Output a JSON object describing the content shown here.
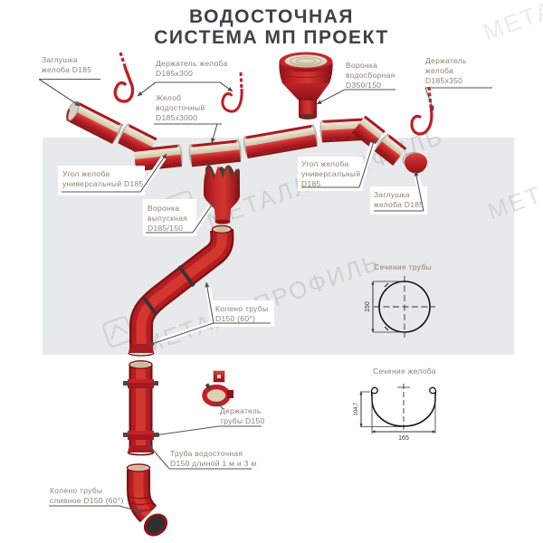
{
  "title": {
    "line1": "ВОДОСТОЧНАЯ",
    "line2": "СИСТЕМА МП ПРОЕКТ"
  },
  "watermark": {
    "text": "МЕТАЛЛ ПРОФИЛЬ"
  },
  "labels": {
    "zaglushka_left": [
      "Заглушка",
      "желоба D185"
    ],
    "derzhatel_300": [
      "Держатель желоба",
      "D185х300"
    ],
    "zhelob": [
      "Желоб",
      "водосточный",
      "D185х3000"
    ],
    "voronka_vodosbornaya": [
      "Воронка",
      "водосборная",
      "D350/150"
    ],
    "derzhatel_350": [
      "Держатель",
      "желоба",
      "D185х350"
    ],
    "ugol_left": [
      "Угол желоба",
      "универсальный D185"
    ],
    "ugol_right": [
      "Угол желоба",
      "универсальный",
      "D185"
    ],
    "zaglushka_right": [
      "Заглушка",
      "желоба D185"
    ],
    "voronka_vypusknaya": [
      "Воронка",
      "выпускная",
      "D185/150"
    ],
    "koleno_truby": [
      "Колено трубы",
      "D150 (60°)"
    ],
    "derzhatel_truby": [
      "Держатель",
      "трубы D150"
    ],
    "truba": [
      "Труба водосточная",
      "D150 длиной 1 м и 3 м"
    ],
    "koleno_slivnoe": [
      "Колено трубы",
      "сливное D150 (60°)"
    ]
  },
  "sections": {
    "pipe": {
      "title": "Сечение трубы",
      "dim": "150"
    },
    "gutter": {
      "title": "Сечение желоба",
      "dim_height": "104,7",
      "dim_width": "165"
    }
  },
  "colors": {
    "red": "#c8262c",
    "red_dark": "#8c1316",
    "cream": "#e9dfc8",
    "band": "#e8e9ea",
    "text": "#8d8175",
    "title": "#3d4148",
    "line": "#55565a"
  }
}
